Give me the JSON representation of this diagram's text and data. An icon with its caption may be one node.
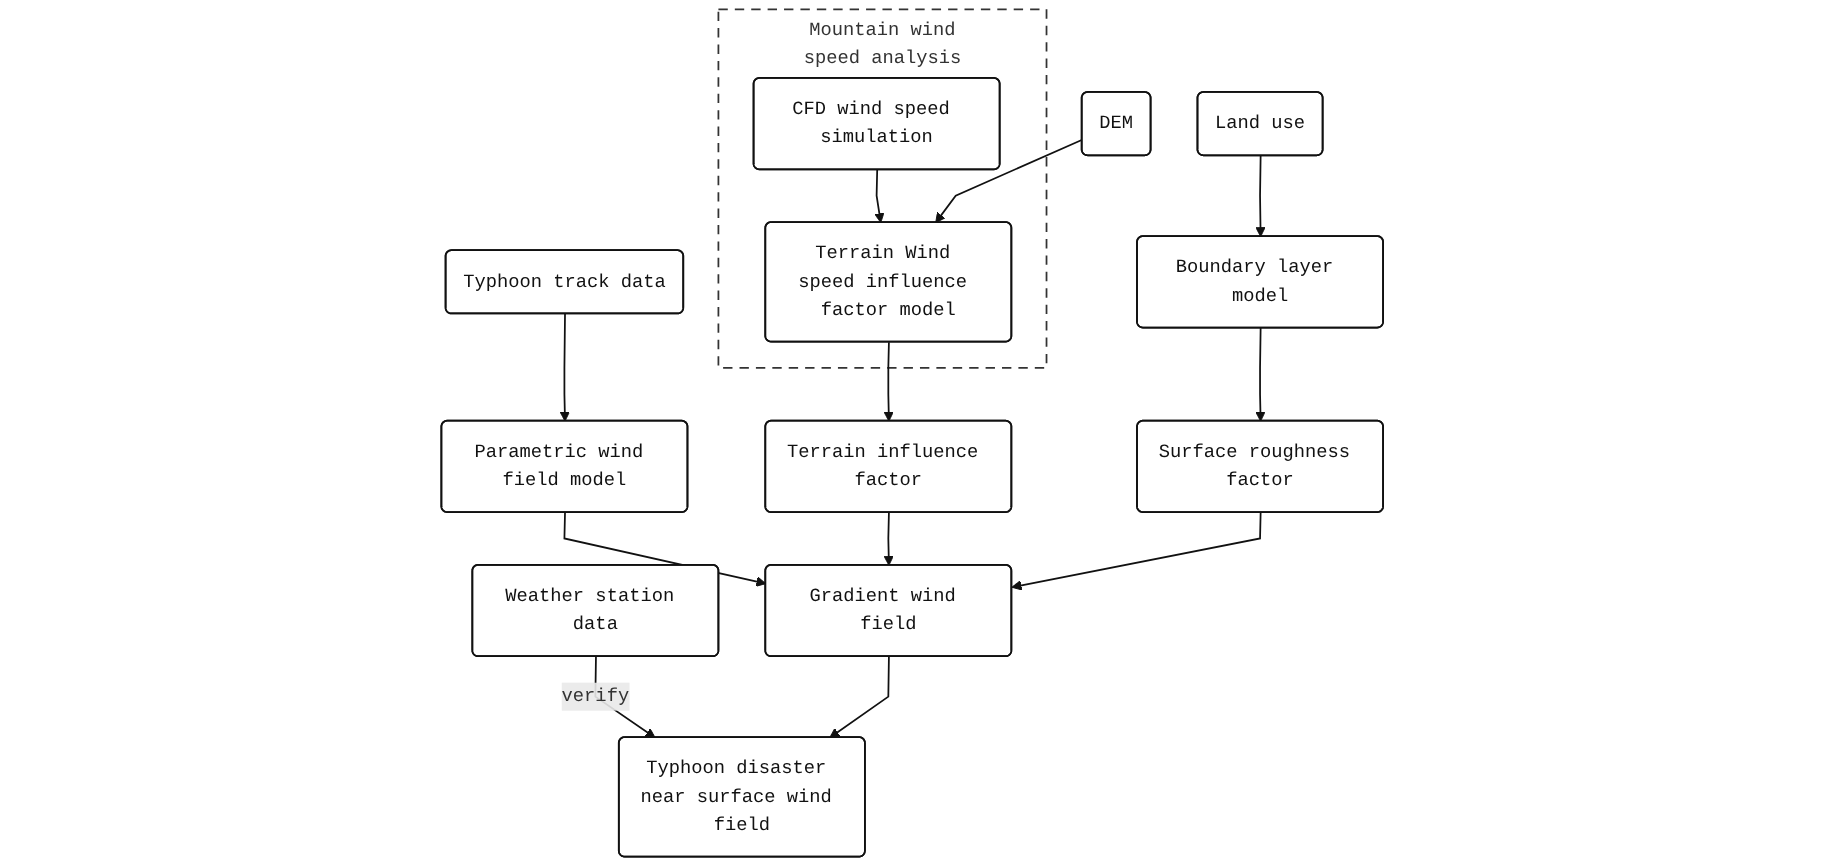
{
  "diagram": {
    "nodes": [
      {
        "text": [
          "Mountain wind speed analysis"
        ]
      },
      {
        "text": [
          "CFD wind speed simulation"
        ],
        "in": 0
      },
      {
        "text": [
          "Terrain Wind speed influence factor model"
        ],
        "in": 0
      },
      {
        "text": [
          "DEM"
        ]
      },
      {
        "text": [
          "Typhoon track data"
        ]
      },
      {
        "text": [
          "Land use"
        ]
      },
      {
        "text": [
          "Parametric wind field model"
        ]
      },
      {
        "text": [
          "Boundary layer model"
        ]
      },
      {
        "text": [
          "Terrain influence factor"
        ]
      },
      {
        "text": [
          "Gradient wind field"
        ]
      },
      {
        "text": [
          "Surface roughness factor"
        ]
      },
      {
        "text": [
          "Weather station data"
        ]
      },
      {
        "text": [
          "Typhoon disaster near surface wind field"
        ]
      }
    ],
    "edges": [
      {
        "from": 1,
        "to": 2,
        "arrow": "to"
      },
      {
        "from": 3,
        "to": 2,
        "arrow": "to"
      },
      {
        "from": 4,
        "to": 6,
        "arrow": "to"
      },
      {
        "from": 5,
        "to": 7,
        "arrow": "to"
      },
      {
        "from": 2,
        "to": 8,
        "arrow": "to"
      },
      {
        "from": 6,
        "to": 9,
        "arrow": "to"
      },
      {
        "from": 7,
        "to": 10,
        "arrow": "to"
      },
      {
        "from": 8,
        "to": 9,
        "arrow": "to"
      },
      {
        "from": 10,
        "to": 9,
        "arrow": "to"
      },
      {
        "from": 11,
        "to": 12,
        "label": "verify",
        "arrow": "to"
      },
      {
        "from": 9,
        "to": 12,
        "arrow": "to"
      }
    ]
  }
}
